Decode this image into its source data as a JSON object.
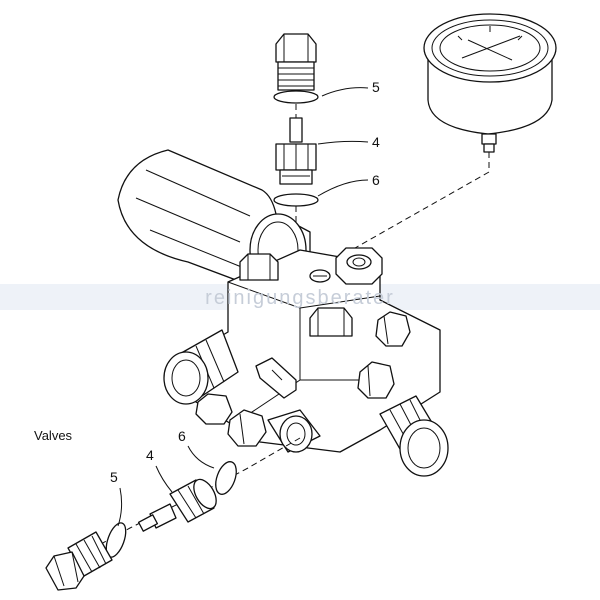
{
  "watermark": "reinigungsberater",
  "colors": {
    "line": "#111111",
    "watermark_band": "#eef2f8",
    "watermark_text": "#c6cdd8"
  },
  "callouts": {
    "top_5": "5",
    "top_4": "4",
    "top_6": "6",
    "bottom_5": "5",
    "bottom_4": "4",
    "bottom_6": "6"
  },
  "section_label": "Valves"
}
